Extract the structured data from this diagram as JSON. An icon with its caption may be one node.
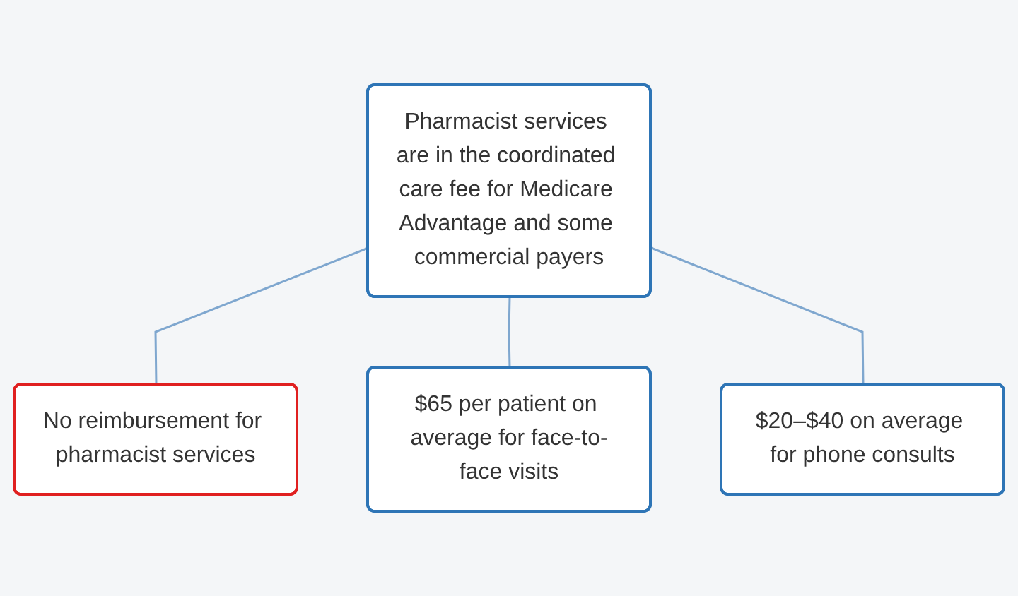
{
  "diagram": {
    "nodes": [
      {
        "text": [
          "Pharmacist services are in the coordinated care fee for Medicare Advantage and some commercial payers"
        ]
      },
      {
        "text": [
          "No reimbursement for pharmacist services"
        ]
      },
      {
        "text": [
          "$65 per patient on average for face-to-face visits"
        ]
      },
      {
        "text": [
          "$20–$40 on average for phone consults"
        ]
      }
    ],
    "edges": [
      {
        "from": 0,
        "to": 1,
        "arrow": "none"
      },
      {
        "from": 0,
        "to": 2,
        "arrow": "none"
      },
      {
        "from": 0,
        "to": 3,
        "arrow": "none"
      }
    ]
  }
}
